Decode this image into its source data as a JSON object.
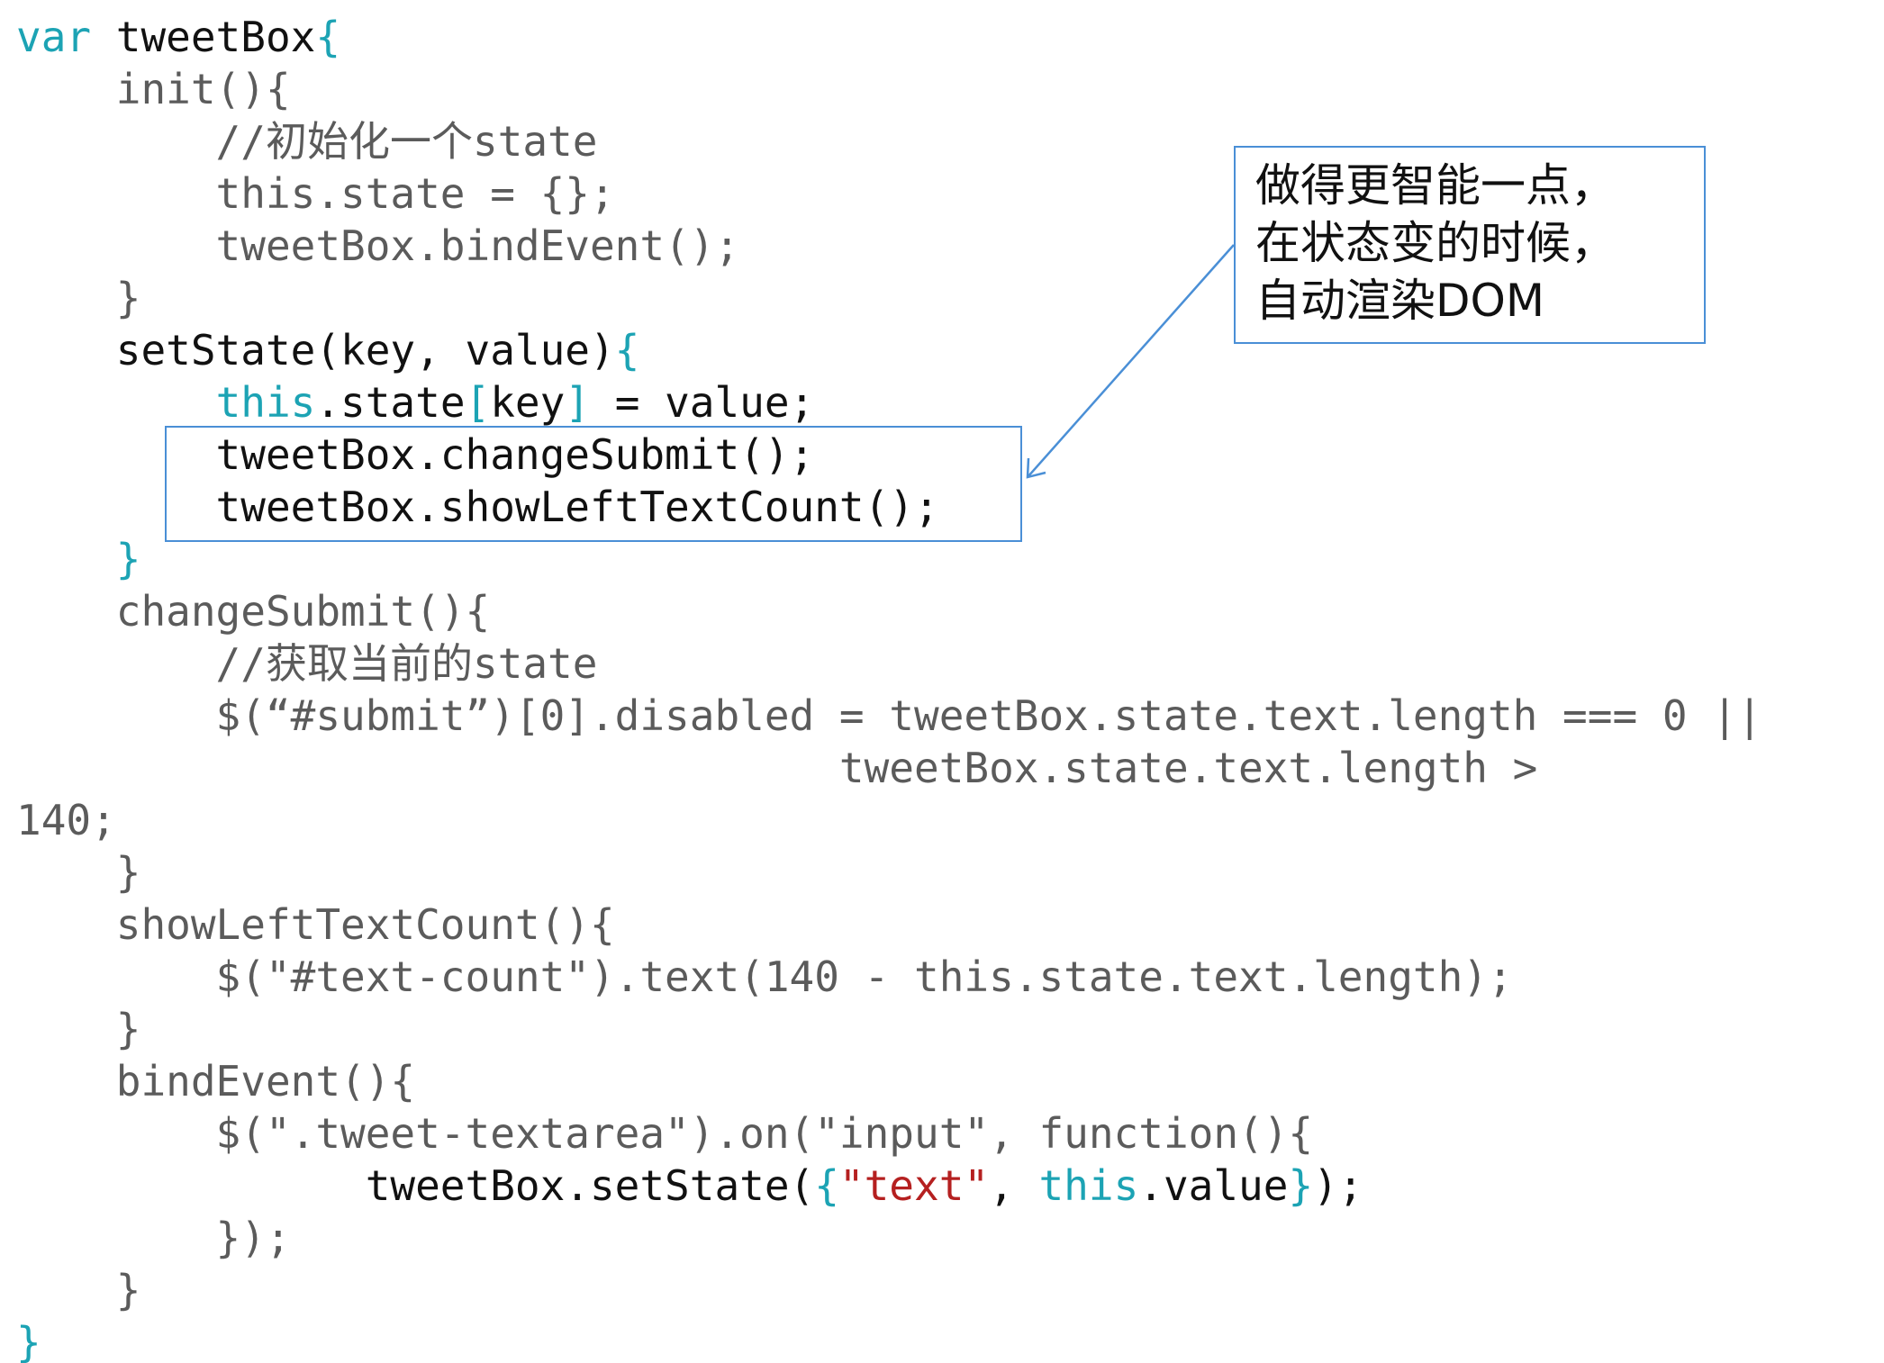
{
  "colors": {
    "teal": "#1ca3b4",
    "dark": "#111111",
    "gray": "#5b5b5b",
    "red": "#b52020",
    "annotation_blue": "#4a8fd6"
  },
  "code_lines": [
    [
      {
        "t": "var ",
        "c": "teal"
      },
      {
        "t": "tweetBox",
        "c": "dark"
      },
      {
        "t": "{",
        "c": "teal"
      }
    ],
    [
      {
        "t": "    init(){",
        "c": "gray"
      }
    ],
    [
      {
        "t": "        //初始化一个state",
        "c": "gray"
      }
    ],
    [
      {
        "t": "        this.state = {};",
        "c": "gray"
      }
    ],
    [
      {
        "t": "        tweetBox.bindEvent();",
        "c": "gray"
      }
    ],
    [
      {
        "t": "    }",
        "c": "gray"
      }
    ],
    [
      {
        "t": "    setState(key, value)",
        "c": "dark"
      },
      {
        "t": "{",
        "c": "teal"
      }
    ],
    [
      {
        "t": "        ",
        "c": "dark"
      },
      {
        "t": "this",
        "c": "teal"
      },
      {
        "t": ".state",
        "c": "dark"
      },
      {
        "t": "[",
        "c": "teal"
      },
      {
        "t": "key",
        "c": "dark"
      },
      {
        "t": "]",
        "c": "teal"
      },
      {
        "t": " = value;",
        "c": "dark"
      }
    ],
    [
      {
        "t": "        tweetBox.changeSubmit();",
        "c": "dark"
      }
    ],
    [
      {
        "t": "        tweetBox.showLeftTextCount();",
        "c": "dark"
      }
    ],
    [
      {
        "t": "    }",
        "c": "teal"
      }
    ],
    [
      {
        "t": "    changeSubmit(){",
        "c": "gray"
      }
    ],
    [
      {
        "t": "        //获取当前的state",
        "c": "gray"
      }
    ],
    [
      {
        "t": "        $(“#submit”)[0].disabled = tweetBox.state.text.length === 0 ||",
        "c": "gray"
      }
    ],
    [
      {
        "t": "                                 tweetBox.state.text.length >",
        "c": "gray"
      }
    ],
    [
      {
        "t": "140;",
        "c": "gray"
      }
    ],
    [
      {
        "t": "    }",
        "c": "gray"
      }
    ],
    [
      {
        "t": "    showLeftTextCount(){",
        "c": "gray"
      }
    ],
    [
      {
        "t": "        $(\"#text-count\").text(140 - this.state.text.length);",
        "c": "gray"
      }
    ],
    [
      {
        "t": "    }",
        "c": "gray"
      }
    ],
    [
      {
        "t": "    bindEvent(){",
        "c": "gray"
      }
    ],
    [
      {
        "t": "        $(\".tweet-textarea\").on(\"input\", function(){",
        "c": "gray"
      }
    ],
    [
      {
        "t": "              tweetBox.setState(",
        "c": "dark"
      },
      {
        "t": "{",
        "c": "teal"
      },
      {
        "t": "\"text\"",
        "c": "red"
      },
      {
        "t": ", ",
        "c": "dark"
      },
      {
        "t": "this",
        "c": "teal"
      },
      {
        "t": ".value",
        "c": "dark"
      },
      {
        "t": "}",
        "c": "teal"
      },
      {
        "t": ");",
        "c": "dark"
      }
    ],
    [
      {
        "t": "        });",
        "c": "gray"
      }
    ],
    [
      {
        "t": "    }",
        "c": "gray"
      }
    ],
    [
      {
        "t": "}",
        "c": "teal"
      }
    ]
  ],
  "note": {
    "line1": "做得更智能一点，",
    "line2": "在状态变的时候，",
    "line3": "自动渲染DOM"
  }
}
